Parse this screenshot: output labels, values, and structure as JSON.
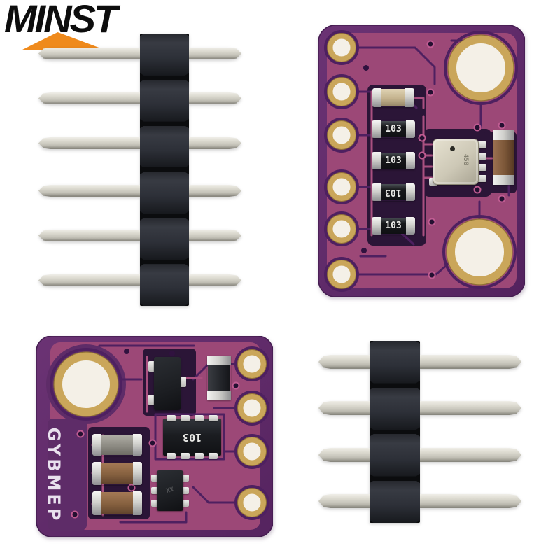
{
  "brand": {
    "logo_text": "MINST",
    "logo_color": "#0d0d0d",
    "swoosh_color": "#ef8a1c"
  },
  "boards": {
    "top_right": {
      "type": "GY-BME280 breakout PCB",
      "resistor_labels": [
        "103",
        "103",
        "103",
        "103"
      ],
      "sensor_marking": "450"
    },
    "bottom_left": {
      "type": "GY-BME280 breakout PCB (back-style view)",
      "silkscreen_label": "GYBMEP",
      "resistor_network_label": "103"
    }
  },
  "pin_headers": {
    "top_left": {
      "pin_count": 6
    },
    "bottom_right": {
      "pin_count": 4
    }
  },
  "colors": {
    "pcb_base_purple": "#5e2c68",
    "pcb_copper_magenta": "#9c4877",
    "pcb_dark_region": "#2b1537",
    "gold_pad": "#caa65a",
    "pin_metal": "#d8d6cc",
    "header_plastic": "#2d3038",
    "background": "#ffffff"
  }
}
